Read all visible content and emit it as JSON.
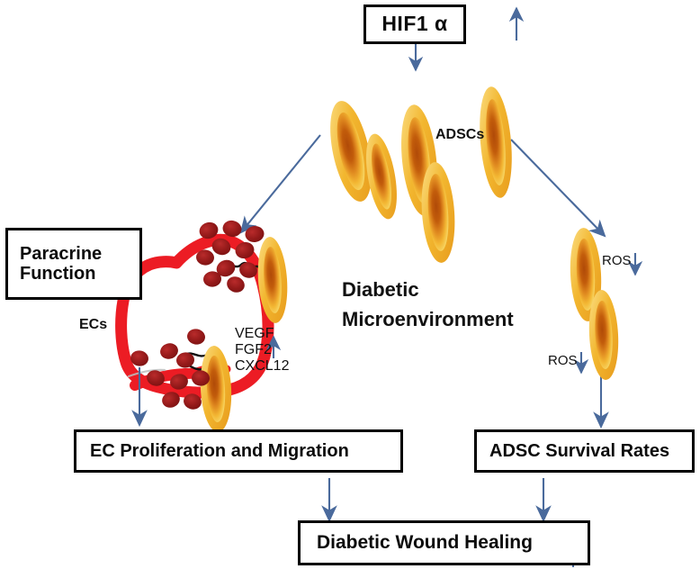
{
  "diagram": {
    "title_node": {
      "label": "HIF1 α",
      "trend": "up"
    },
    "center_label": {
      "line1": "Diabetic",
      "line2": "Microenvironment"
    },
    "adsc_label": "ADSCs",
    "ec_label": "ECs",
    "paracrine_box": {
      "label": "Paracrine\nFunction",
      "trend": "up"
    },
    "factors": {
      "items": [
        "VEGF",
        "FGF2",
        "CXCL12"
      ],
      "trend": "up"
    },
    "ros_labels": [
      {
        "label": "ROS",
        "trend": "down"
      },
      {
        "label": "ROS",
        "trend": "down"
      }
    ],
    "outcome_boxes": [
      {
        "label": "EC Proliferation and Migration",
        "trend": "up"
      },
      {
        "label": "ADSC Survival Rates",
        "trend": "up"
      },
      {
        "label": "Diabetic Wound Healing",
        "trend": "up"
      }
    ],
    "colors": {
      "arrow_blue": "#4a6a9c",
      "cell_outer": "#f5c23c",
      "cell_mid": "#e8962a",
      "cell_core": "#9c3c06",
      "vessel_red": "#ec1c24",
      "blood_cell": "#9e1b1b",
      "box_border": "#000000",
      "text": "#111111"
    }
  }
}
